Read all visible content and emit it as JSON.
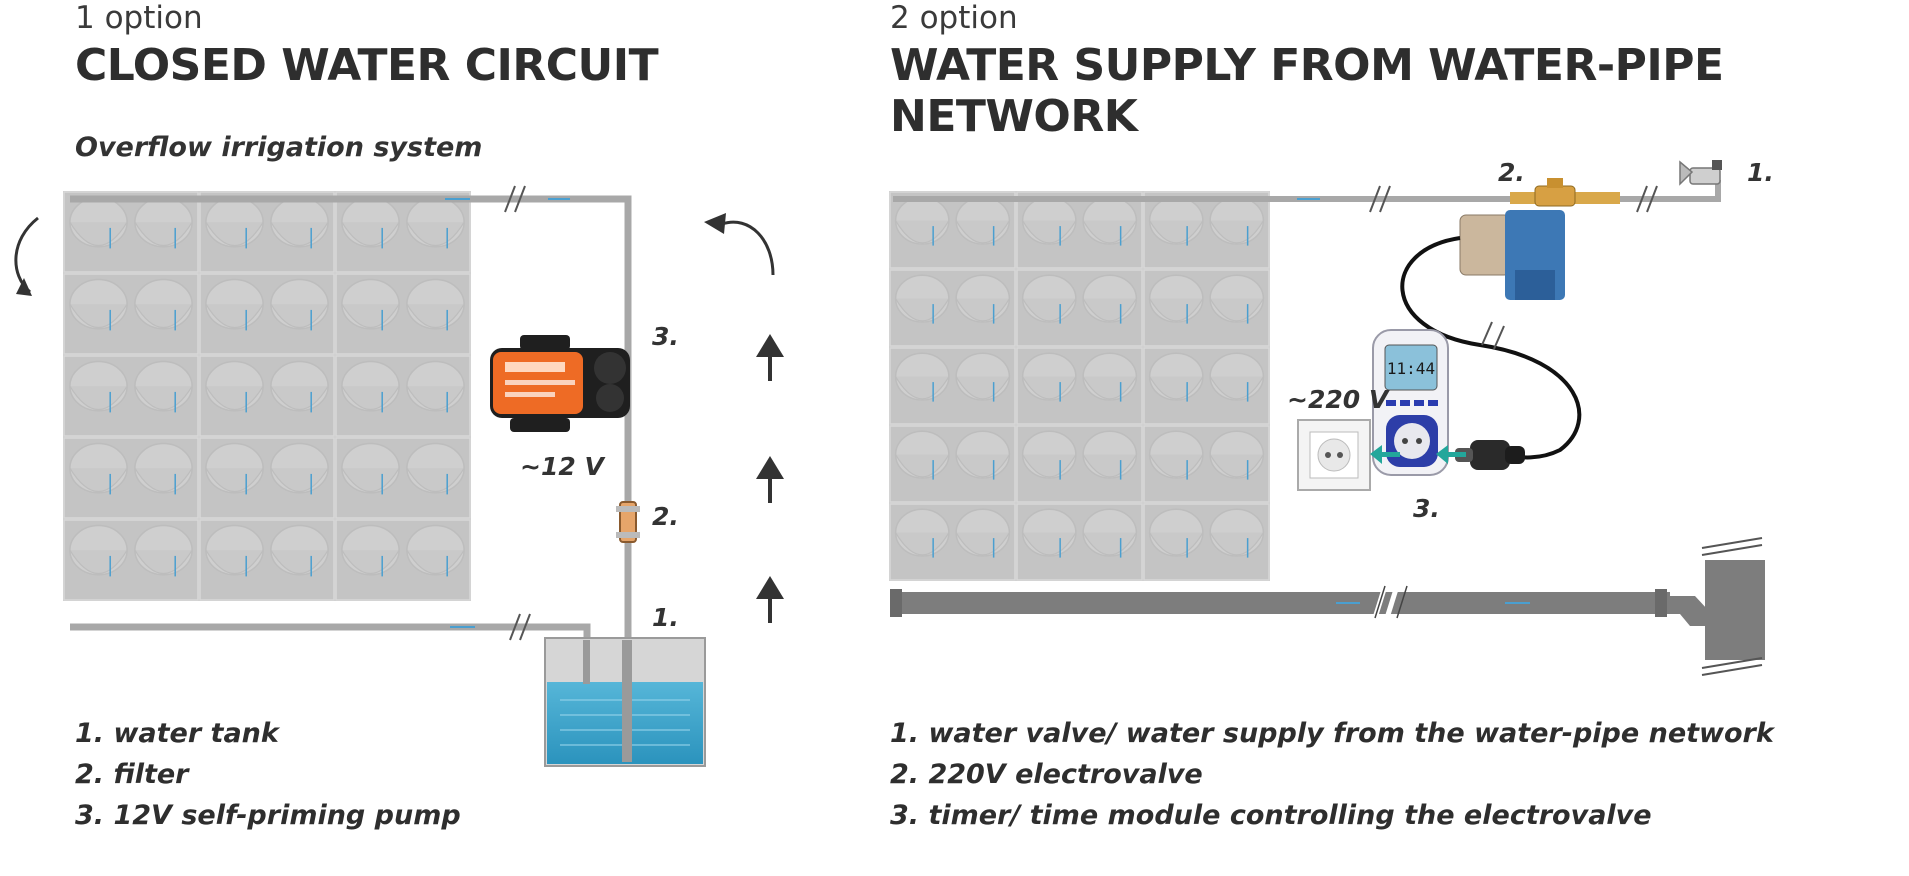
{
  "left": {
    "option": "1 option",
    "title": "CLOSED WATER CIRCUIT",
    "subtitle": "Overflow irrigation system",
    "pump_label": "3.",
    "filter_label": "2.",
    "tank_label": "1.",
    "voltage": "~12 V",
    "legend": [
      "1. water tank",
      "2. filter",
      "3. 12V self-priming pump"
    ]
  },
  "right": {
    "option": "2 option",
    "title": "WATER SUPPLY FROM WATER-PIPE NETWORK",
    "valve_label": "1.",
    "electrovalve_label": "2.",
    "timer_label": "3.",
    "voltage": "~220 V",
    "legend": [
      "1. water valve/ water supply from the water-pipe network",
      "2. 220V electrovalve",
      "3. timer/ time module controlling the electrovalve"
    ]
  },
  "colors": {
    "planter": "#c8c8c8",
    "pipe": "#a8a8a8",
    "water": "#3da7cc",
    "flow": "#4a9fd0",
    "arrow": "#333333",
    "plug": "#23a79b"
  },
  "icons": [
    "curved-arrow-icon",
    "up-arrow-icon",
    "pump-icon",
    "filter-icon",
    "water-tank-icon",
    "faucet-icon",
    "electrovalve-icon",
    "timer-icon",
    "socket-icon",
    "plug-icon"
  ]
}
